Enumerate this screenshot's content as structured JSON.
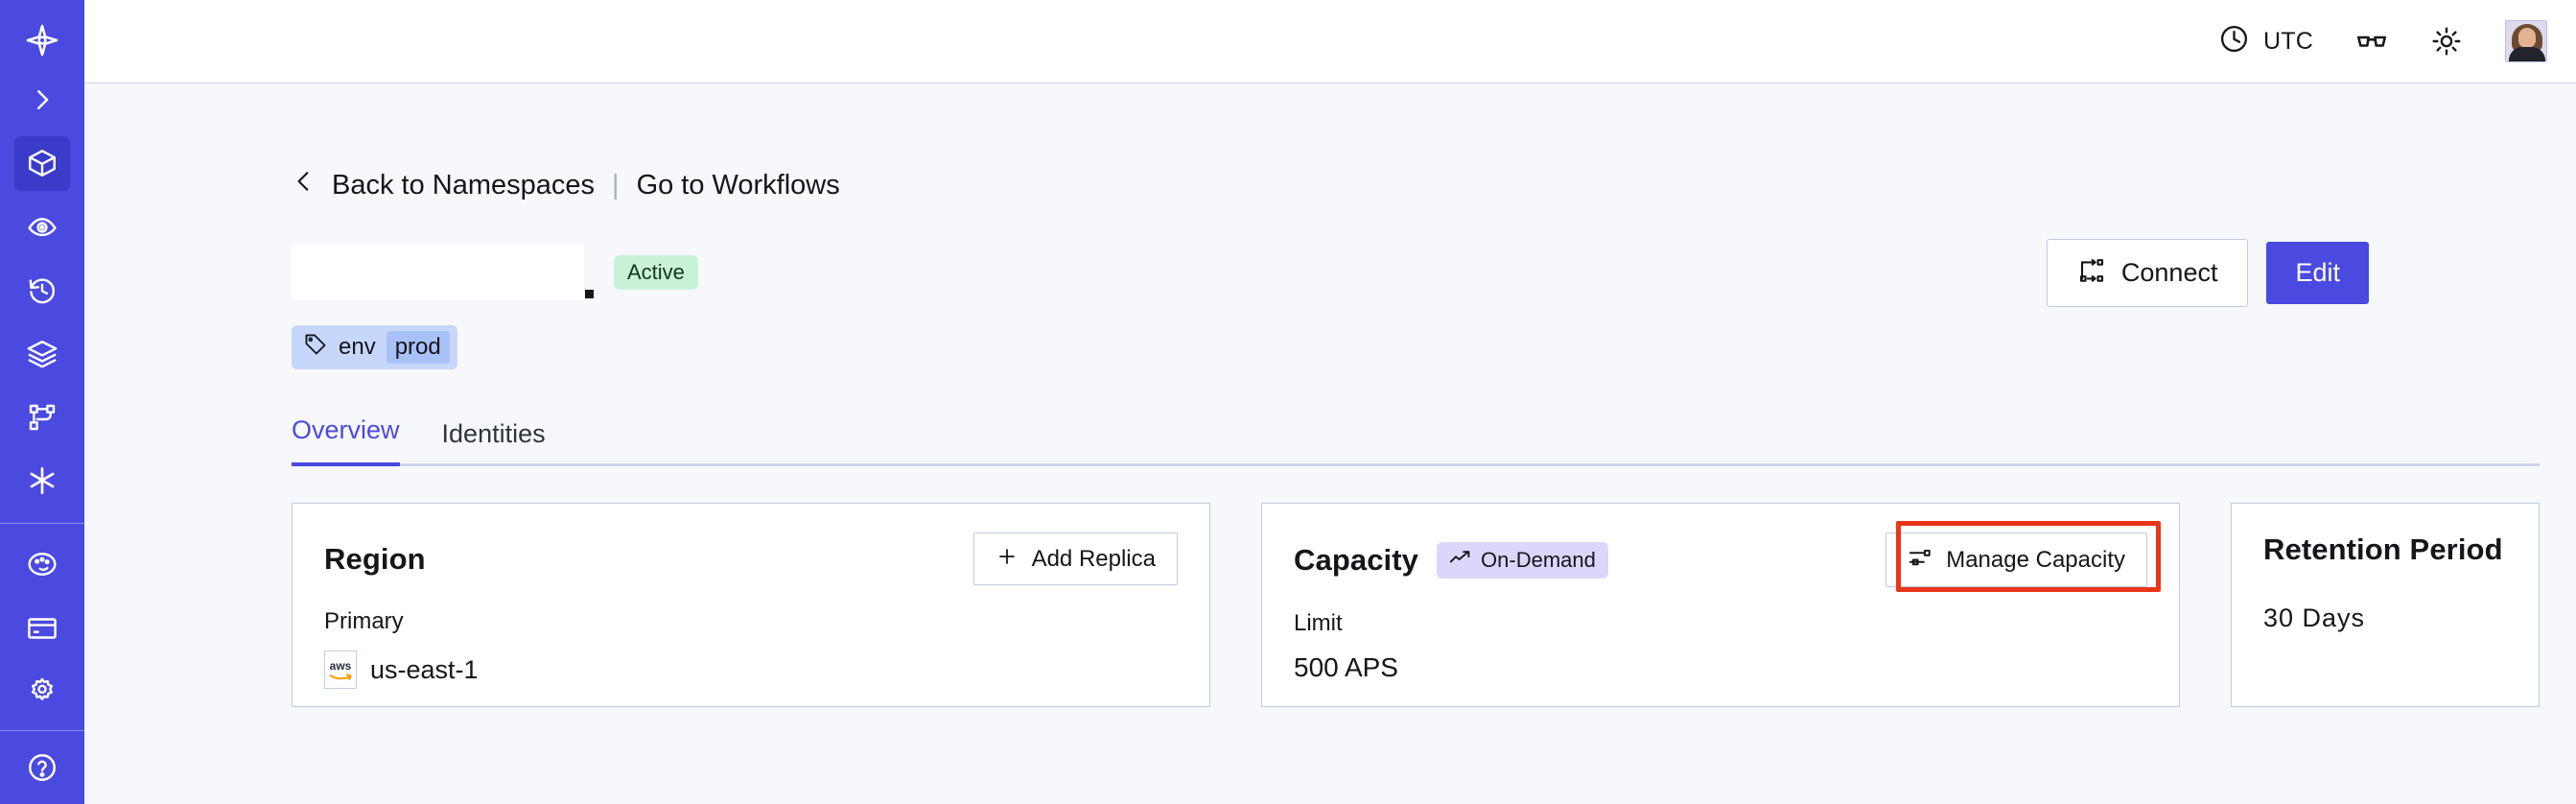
{
  "sidebar": {
    "items": [
      {
        "name": "logo",
        "icon": "temporal-logo-icon",
        "active": false
      },
      {
        "name": "expand",
        "icon": "chevron-right-icon",
        "active": false
      },
      {
        "name": "namespaces",
        "icon": "cube-icon",
        "active": true
      },
      {
        "name": "observe",
        "icon": "eye-icon",
        "active": false
      },
      {
        "name": "history",
        "icon": "clock-rewind-icon",
        "active": false
      },
      {
        "name": "layers",
        "icon": "layers-icon",
        "active": false
      },
      {
        "name": "workflows",
        "icon": "git-branch-icon",
        "active": false
      },
      {
        "name": "nexus",
        "icon": "asterisk-icon",
        "active": false
      },
      {
        "name": "theme",
        "icon": "palette-icon",
        "active": false
      },
      {
        "name": "billing",
        "icon": "credit-card-icon",
        "active": false
      },
      {
        "name": "settings",
        "icon": "gear-icon",
        "active": false
      },
      {
        "name": "help",
        "icon": "help-circle-icon",
        "active": false
      }
    ],
    "accent": "#4a4ae0",
    "active_bg": "#3b3bc9"
  },
  "topbar": {
    "timezone_label": "UTC",
    "timezone_icon": "clock-icon",
    "glasses_icon": "glasses-icon",
    "theme_icon": "sun-icon",
    "avatar_icon": "user-avatar"
  },
  "breadcrumb": {
    "back_icon": "chevron-left-icon",
    "back_label": "Back to Namespaces",
    "separator": "|",
    "forward_label": "Go to Workflows"
  },
  "header": {
    "namespace_title": "",
    "status_badge": "Active",
    "status_badge_color": "#c8f2d6",
    "connect_label": "Connect",
    "connect_icon": "connect-flow-icon",
    "edit_label": "Edit",
    "edit_color": "#4a4ae0",
    "tag": {
      "icon": "tag-icon",
      "key": "env",
      "value": "prod",
      "bg": "#c7d6fb",
      "value_bg": "#a9c1f9"
    }
  },
  "tabs": [
    {
      "label": "Overview",
      "active": true
    },
    {
      "label": "Identities",
      "active": false
    }
  ],
  "cards": {
    "region": {
      "title": "Region",
      "action_label": "Add Replica",
      "action_icon": "plus-icon",
      "sub_label": "Primary",
      "provider_icon": "aws-logo",
      "value": "us-east-1"
    },
    "capacity": {
      "title": "Capacity",
      "badge_label": "On-Demand",
      "badge_icon": "trending-up-icon",
      "badge_bg": "#ddd6fb",
      "action_label": "Manage Capacity",
      "action_icon": "sliders-icon",
      "highlight_color": "#e8361b",
      "sub_label": "Limit",
      "value": "500 APS"
    },
    "retention": {
      "title": "Retention Period",
      "value": "30  Days"
    }
  }
}
